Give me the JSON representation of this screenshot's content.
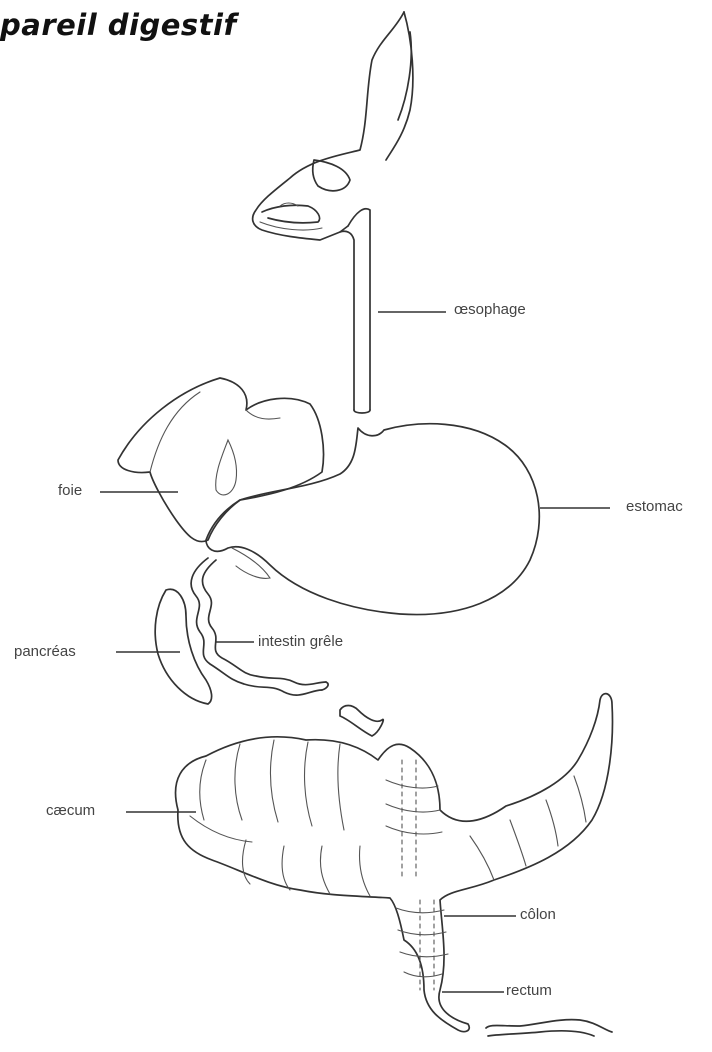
{
  "title": "pareil digestif",
  "labels": {
    "oesophage": "œsophage",
    "foie": "foie",
    "estomac": "estomac",
    "pancreas": "pancréas",
    "intestin_grele": "intestin grêle",
    "caecum": "cæcum",
    "colon": "côlon",
    "rectum": "rectum"
  }
}
